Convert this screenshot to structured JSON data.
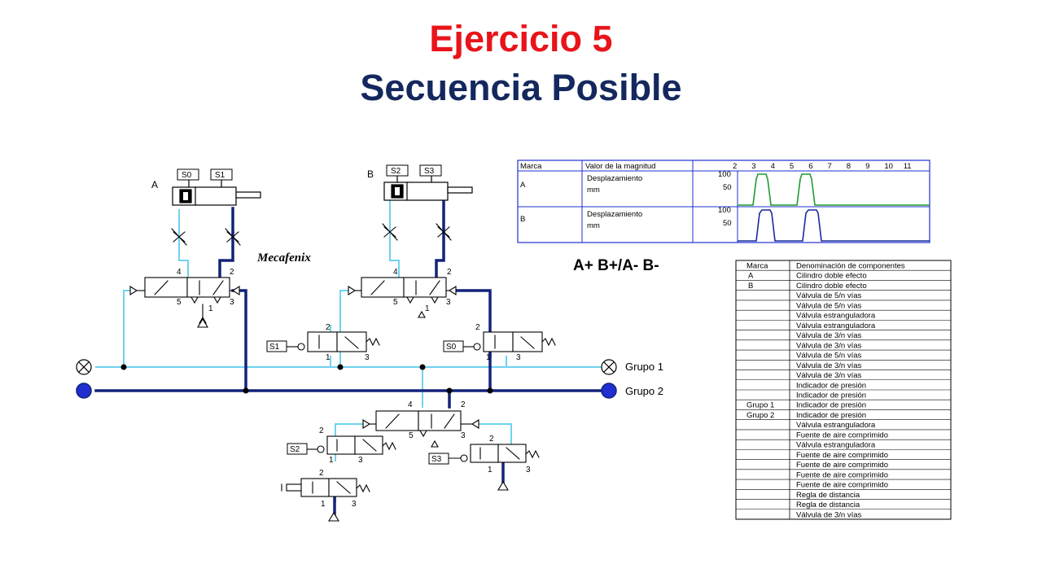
{
  "title": "Ejercicio 5",
  "subtitle": "Secuencia Posible",
  "sequence": "A+ B+/A- B-",
  "watermark": "Mecafenix",
  "cylinders": {
    "a": "A",
    "b": "B"
  },
  "sensors": {
    "s0": "S0",
    "s1": "S1",
    "s2": "S2",
    "s3": "S3"
  },
  "groups": {
    "g1": "Grupo  1",
    "g2": "Grupo  2"
  },
  "ports": {
    "p1": "1",
    "p2": "2",
    "p3": "3",
    "p4": "4",
    "p5": "5"
  },
  "timing": {
    "headers": [
      "Marca",
      "Valor de la magnitud"
    ],
    "steps": [
      "2",
      "3",
      "4",
      "5",
      "6",
      "7",
      "8",
      "9",
      "10",
      "11"
    ],
    "rows": [
      {
        "mark": "A",
        "quantity": "Desplazamiento",
        "unit": "mm",
        "y_ticks": [
          "100",
          "50"
        ],
        "color": "#1f9a2e"
      },
      {
        "mark": "B",
        "quantity": "Desplazamiento",
        "unit": "mm",
        "y_ticks": [
          "100",
          "50"
        ],
        "color": "#1a2a9a"
      }
    ]
  },
  "components": {
    "headers": [
      "Marca",
      "Denominación de componentes"
    ],
    "rows": [
      [
        "A",
        "Cilindro doble efecto"
      ],
      [
        "B",
        "Cilindro doble efecto"
      ],
      [
        "",
        "Válvula de 5/n vías"
      ],
      [
        "",
        "Válvula de 5/n vías"
      ],
      [
        "",
        "Válvula estranguladora"
      ],
      [
        "",
        "Válvula estranguladora"
      ],
      [
        "",
        "Válvula de 3/n vías"
      ],
      [
        "",
        "Válvula de 3/n vías"
      ],
      [
        "",
        "Válvula de 5/n vías"
      ],
      [
        "",
        "Válvula de 3/n vías"
      ],
      [
        "",
        "Válvula de 3/n vías"
      ],
      [
        "",
        "Indicador de presión"
      ],
      [
        "",
        "Indicador de presión"
      ],
      [
        "Grupo 1",
        "Indicador de presión"
      ],
      [
        "Grupo 2",
        "Indicador de presión"
      ],
      [
        "",
        "Válvula estranguladora"
      ],
      [
        "",
        "Fuente de aire comprimido"
      ],
      [
        "",
        "Válvula estranguladora"
      ],
      [
        "",
        "Fuente de aire comprimido"
      ],
      [
        "",
        "Fuente de aire comprimido"
      ],
      [
        "",
        "Fuente de aire comprimido"
      ],
      [
        "",
        "Fuente de aire comprimido"
      ],
      [
        "",
        "Regla de distancia"
      ],
      [
        "",
        "Regla de distancia"
      ],
      [
        "",
        "Válvula de 3/n vías"
      ]
    ]
  },
  "colors": {
    "title": "#e8141a",
    "subtitle": "#14285e",
    "line_light": "#6fd3ee",
    "line_dark": "#14227a",
    "grid_blue": "#1f2fd0"
  }
}
